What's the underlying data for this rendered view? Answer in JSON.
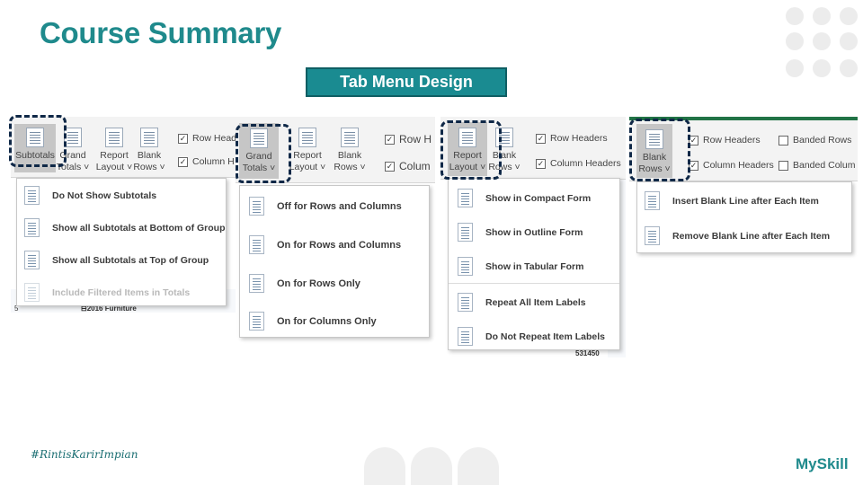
{
  "title": "Course Summary",
  "tab_label": "Tab Menu Design",
  "hashtag": "#RintisKarirImpian",
  "brand": "MySkill",
  "colors": {
    "accent": "#1f8a8c",
    "tab_bg": "#1a8b91",
    "dash": "#0f2847",
    "excel_green": "#217346"
  },
  "panel1": {
    "ribbon": {
      "subtotals": "Subtotals",
      "grand_totals": "Grand\nTotals ˅",
      "report_layout": "Report\nLayout ˅",
      "blank_rows": "Blank\nRows ˅",
      "row_headers": "Row Head",
      "column_headers": "Column H"
    },
    "menu": [
      "Do Not Show Subtotals",
      "Show all Subtotals at Bottom of Group",
      "Show all Subtotals at Top of Group",
      "Include Filtered Items in Totals"
    ],
    "sheet": {
      "row_num": "5",
      "cell": "⊟2016 Furniture"
    }
  },
  "panel2": {
    "ribbon": {
      "grand_totals": "Grand\nTotals ˅",
      "report_layout": "Report\nLayout ˅",
      "blank_rows": "Blank\nRows ˅",
      "row_headers": "Row H",
      "column_headers": "Colum"
    },
    "menu": [
      "Off for Rows and Columns",
      "On for Rows and Columns",
      "On for Rows Only",
      "On for Columns Only"
    ]
  },
  "panel3": {
    "ribbon": {
      "report_layout": "Report\nLayout ˅",
      "blank_rows": "Blank\nRows ˅",
      "row_headers": "Row Headers",
      "column_headers": "Column Headers"
    },
    "menu": [
      "Show in Compact Form",
      "Show in Outline Form",
      "Show in Tabular Form",
      "Repeat All Item Labels",
      "Do Not Repeat Item Labels"
    ],
    "sheet": {
      "value": "531450"
    }
  },
  "panel4": {
    "ribbon": {
      "blank_rows": "Blank\nRows ˅",
      "row_headers": "Row Headers",
      "column_headers": "Column Headers",
      "banded_rows": "Banded Rows",
      "banded_columns": "Banded Colum"
    },
    "menu": [
      "Insert Blank Line after Each Item",
      "Remove Blank Line after Each Item"
    ]
  }
}
